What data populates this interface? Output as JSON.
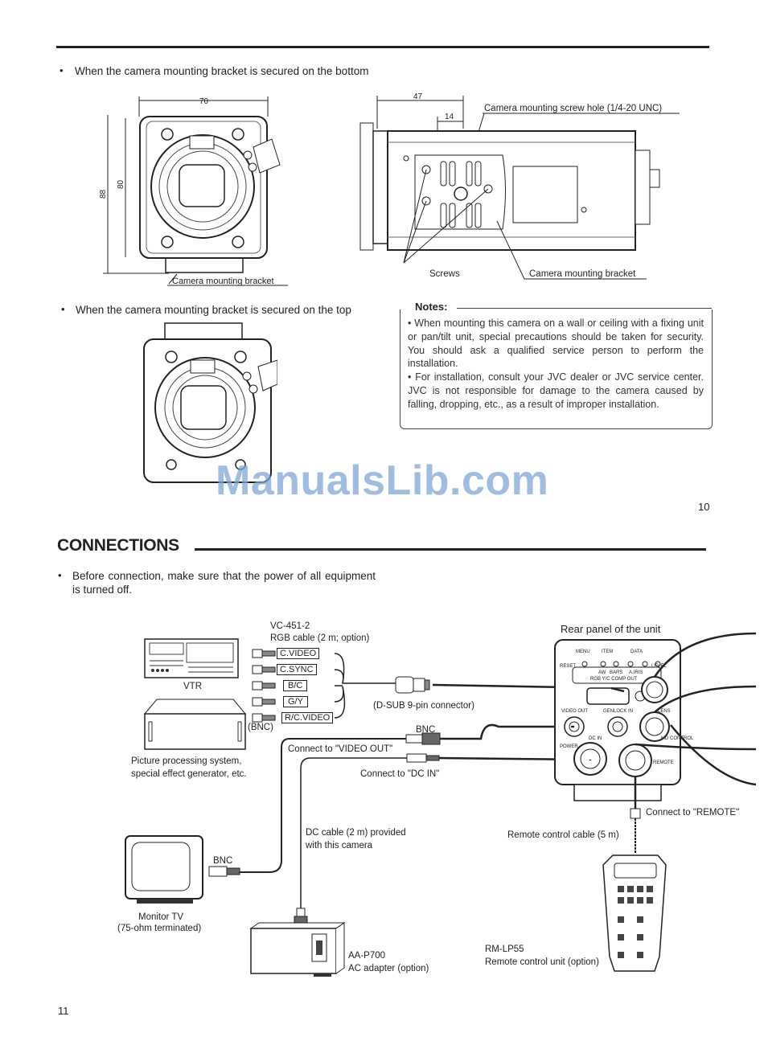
{
  "page": {
    "top_number": "10",
    "bottom_number": "11",
    "watermark": "ManualsLib.com"
  },
  "section1": {
    "bullet_bottom": "When the camera mounting bracket is secured on the bottom",
    "bullet_top": "When the camera mounting bracket is secured on the top",
    "front_view": {
      "width_dim": "70",
      "height_outer": "88",
      "height_inner": "80",
      "bracket_label": "Camera mounting bracket"
    },
    "side_view": {
      "dim_47": "47",
      "dim_14": "14",
      "screw_hole_label": "Camera mounting screw hole (1/4-20 UNC)",
      "screws_label": "Screws",
      "bracket_label": "Camera mounting bracket"
    }
  },
  "notes": {
    "title": "Notes:",
    "items": [
      "When mounting this camera on a wall or ceiling with a fixing unit or pan/tilt unit, special precautions should be taken for security. You should ask a qualified service person to perform the installation.",
      "For installation, consult your JVC dealer or JVC service center. JVC is not responsible for damage to the camera caused by falling, dropping, etc., as a result of improper installation."
    ]
  },
  "connections": {
    "title": "CONNECTIONS",
    "intro": "Before connection, make sure that the power of all equipment is turned off.",
    "cable_name": "VC-451-2",
    "cable_desc": "RGB cable (2 m; option)",
    "cable_plugs": [
      "C.VIDEO",
      "C.SYNC",
      "B/C",
      "G/Y",
      "R/C.VIDEO"
    ],
    "bnc_note": "(BNC)",
    "dsub_label": "(D-SUB 9-pin connector)",
    "bnc_label": "BNC",
    "bnc_label_monitor": "BNC",
    "connect_video_out": "Connect to \"VIDEO OUT\"",
    "connect_dc_in": "Connect to \"DC IN\"",
    "connect_remote": "Connect to \"REMOTE\"",
    "vtr": "VTR",
    "picture_system": [
      "Picture processing system,",
      "special effect generator, etc."
    ],
    "monitor": [
      "Monitor TV",
      "(75-ohm terminated)"
    ],
    "dc_cable": [
      "DC cable (2 m) provided",
      "with this camera"
    ],
    "adapter": [
      "AA-P700",
      "AC adapter (option)"
    ],
    "remote_cable": "Remote control cable (5 m)",
    "remote_unit": [
      "RM-LP55",
      "Remote control unit (option)"
    ],
    "rear_panel": "Rear panel of the unit",
    "panel_labels": {
      "menu": "MENU",
      "item": "ITEM",
      "data": "DATA",
      "reset": "RESET",
      "aw": "AW",
      "bars": "BARS",
      "airis": "A.IRIS",
      "level": "LEVEL",
      "rgb": "RGB Y/C COMP OUT",
      "video_out": "VIDEO OUT",
      "genlock": "GENLOCK IN",
      "lens": "LENS",
      "dc_in": "DC IN",
      "power": "POWER",
      "remote": "REMOTE",
      "md": "MD CONTROL"
    }
  }
}
